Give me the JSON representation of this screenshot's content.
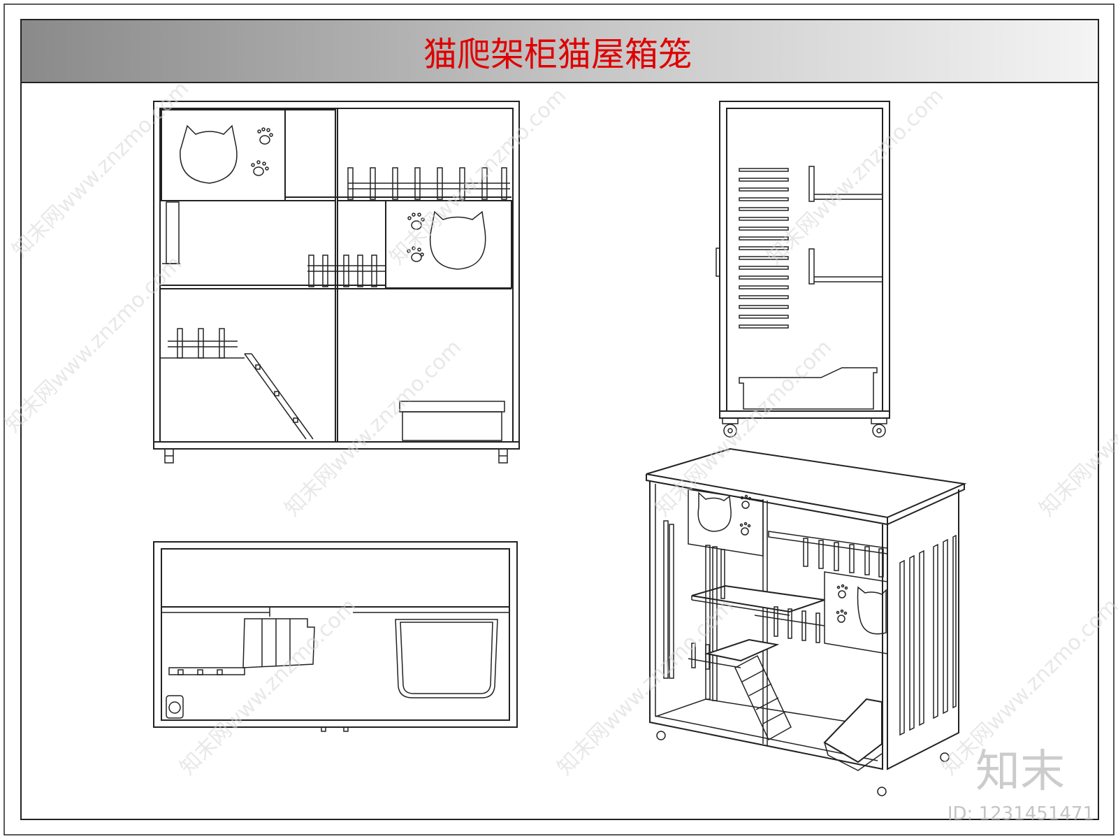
{
  "title": "猫爬架柜猫屋箱笼",
  "watermark": "知末网www.znzmo.com",
  "brand_logo": "知末",
  "id_label": "ID: 1231451471",
  "colors": {
    "title": "#e00000",
    "band_dark": "#8a8a8a",
    "band_light": "#f4f4f4",
    "line": "#222222"
  }
}
